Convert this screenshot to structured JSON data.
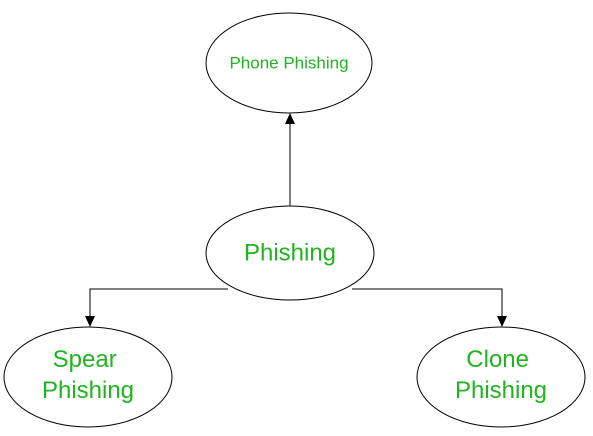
{
  "colors": {
    "label": "#21b321",
    "stroke": "#000000",
    "background": "#ffffff"
  },
  "nodes": {
    "phishing": {
      "label": "Phishing"
    },
    "phone_phishing": {
      "label": "Phone Phishing"
    },
    "spear_phishing": {
      "lines": [
        "Spear",
        "Phishing"
      ]
    },
    "clone_phishing": {
      "lines": [
        "Clone",
        "Phishing"
      ]
    }
  },
  "edges": [
    {
      "from": "phishing",
      "to": "phone_phishing"
    },
    {
      "from": "phishing",
      "to": "spear_phishing"
    },
    {
      "from": "phishing",
      "to": "clone_phishing"
    }
  ]
}
